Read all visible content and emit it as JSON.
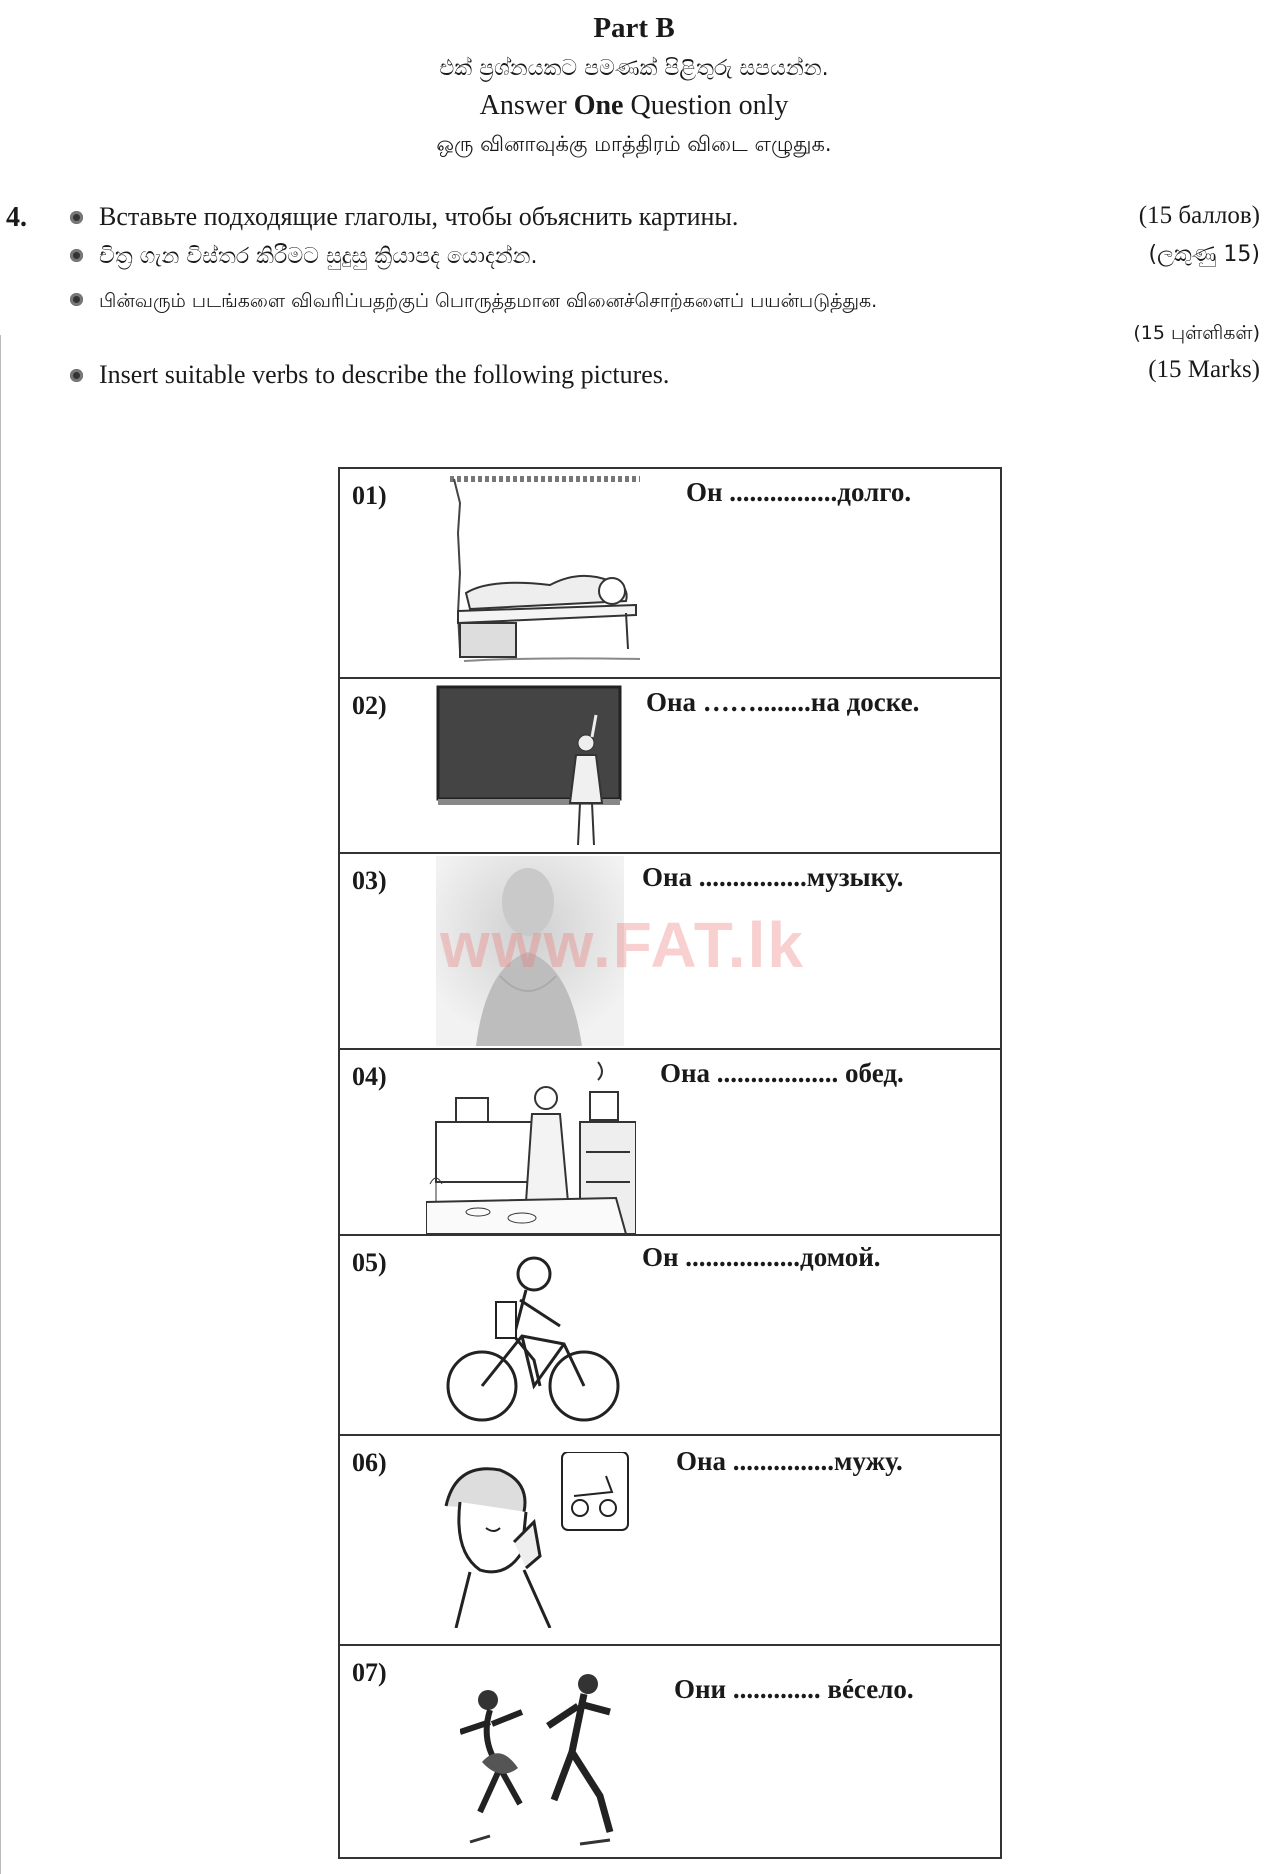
{
  "header": {
    "part": "Part B",
    "instruction_si": "එක් ප්‍රශ්නයකට පමණක් පිළිතුරු සපයන්න.",
    "instruction_en_pre": "Answer ",
    "instruction_en_bold": "One",
    "instruction_en_post": " Question only",
    "instruction_ta": "ஒரு வினாவுக்கு மாத்திரம் விடை எழுதுக."
  },
  "question": {
    "number": "4.",
    "lines": [
      {
        "text": "Вставьте подходящие  глаголы, чтобы объяснить картины.",
        "marks": "(15 баллов)"
      },
      {
        "text": "චිත්‍ර ගැන විස්තර කිරීමට සුදුසු ක්‍රියාපද යොදන්න.",
        "marks": "(ලකුණු 15)"
      },
      {
        "text": "பின்வரும் படங்களை விவரிப்பதற்குப் பொருத்தமான வினைச்சொற்களைப் பயன்படுத்துக.",
        "marks": "(15 புள்ளிகள்)"
      },
      {
        "text": "Insert suitable verbs to describe the following pictures.",
        "marks": "(15 Marks)"
      }
    ]
  },
  "items": [
    {
      "num": "01)",
      "sentence": "Он ................долго.",
      "icon": "sleeping-man"
    },
    {
      "num": "02)",
      "sentence": "Она ……........на доске.",
      "icon": "girl-writing-blackboard"
    },
    {
      "num": "03)",
      "sentence": "Она ................музыку.",
      "icon": "woman-listening-music"
    },
    {
      "num": "04)",
      "sentence": "Она .................. обед.",
      "icon": "woman-cooking-kitchen"
    },
    {
      "num": "05)",
      "sentence": "Он .................домой.",
      "icon": "man-riding-bicycle"
    },
    {
      "num": "06)",
      "sentence": "Она ...............мужу.",
      "icon": "woman-on-phone"
    },
    {
      "num": "07)",
      "sentence": "Они ............. вéсело.",
      "icon": "people-dancing"
    }
  ],
  "watermark": "www.FAT.lk"
}
